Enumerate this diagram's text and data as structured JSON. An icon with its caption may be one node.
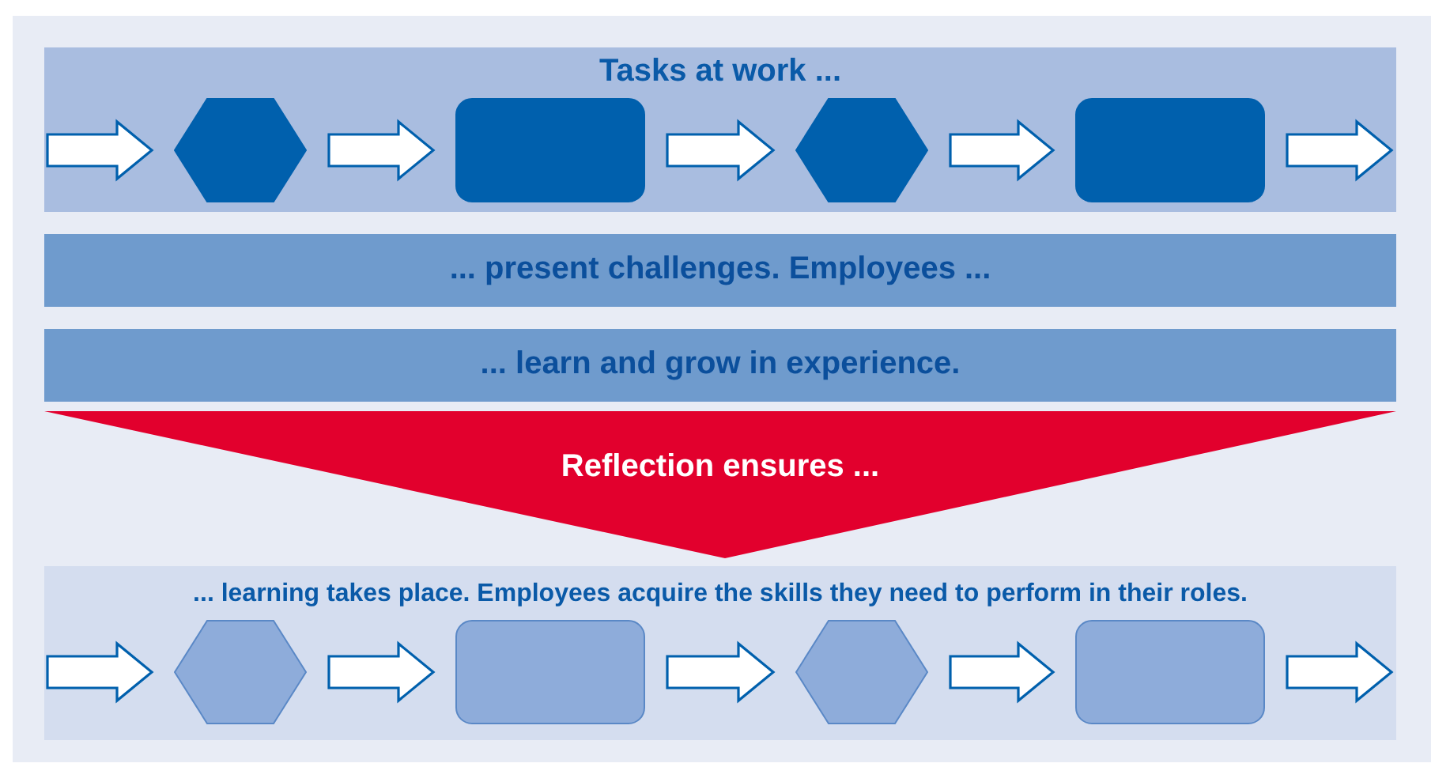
{
  "diagram": {
    "nodes": [
      {
        "text": [
          "Tasks at work ..."
        ]
      },
      {
        "text": [],
        "shape": "hexagon",
        "in": 0
      },
      {
        "text": [],
        "shape": "box",
        "in": 0
      },
      {
        "text": [],
        "shape": "hexagon",
        "in": 0
      },
      {
        "text": [],
        "shape": "box",
        "in": 0
      },
      {
        "text": [
          "... present challenges. Employees ..."
        ]
      },
      {
        "text": [
          "... learn and grow in experience."
        ]
      },
      {
        "text": [
          "Reflection ensures ..."
        ]
      },
      {
        "text": [
          "... learning takes place. Employees acquire the skills they need to perform in their roles."
        ]
      },
      {
        "text": [],
        "shape": "hexagon",
        "in": 8
      },
      {
        "text": [],
        "shape": "box",
        "in": 8
      },
      {
        "text": [],
        "shape": "hexagon",
        "in": 8
      },
      {
        "text": [],
        "shape": "box",
        "in": 8
      }
    ],
    "edges": [
      {
        "from": null,
        "to": 1,
        "arrow": "to",
        "style": "thick"
      },
      {
        "from": 1,
        "to": 2,
        "arrow": "to",
        "style": "thick"
      },
      {
        "from": 2,
        "to": 3,
        "arrow": "to",
        "style": "thick"
      },
      {
        "from": 3,
        "to": 4,
        "arrow": "to",
        "style": "thick"
      },
      {
        "from": 4,
        "to": null,
        "arrow": "to",
        "style": "thick"
      },
      {
        "from": null,
        "to": 9,
        "arrow": "to",
        "style": "thick"
      },
      {
        "from": 9,
        "to": 10,
        "arrow": "to",
        "style": "thick"
      },
      {
        "from": 10,
        "to": 11,
        "arrow": "to",
        "style": "thick"
      },
      {
        "from": 11,
        "to": 12,
        "arrow": "to",
        "style": "thick"
      },
      {
        "from": 12,
        "to": null,
        "arrow": "to",
        "style": "thick"
      }
    ]
  }
}
